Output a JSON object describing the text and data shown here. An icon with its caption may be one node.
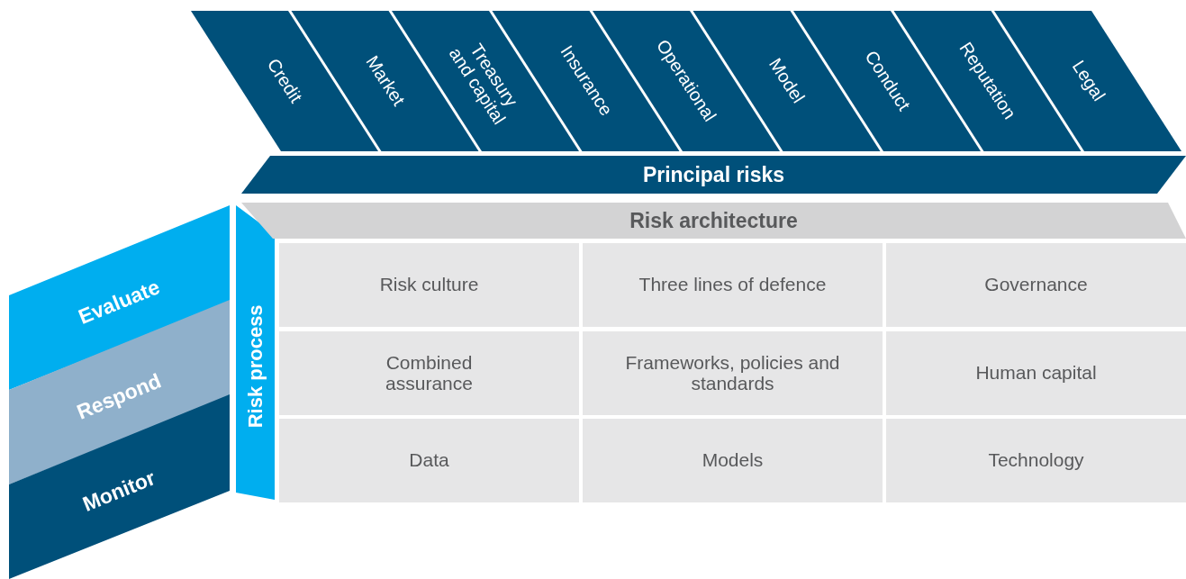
{
  "diagram": {
    "nodes": [
      {
        "text": [
          "Credit"
        ]
      },
      {
        "text": [
          "Market"
        ]
      },
      {
        "text": [
          "Treasury and capital"
        ]
      },
      {
        "text": [
          "Insurance"
        ]
      },
      {
        "text": [
          "Operational"
        ]
      },
      {
        "text": [
          "Model"
        ]
      },
      {
        "text": [
          "Conduct"
        ]
      },
      {
        "text": [
          "Reputation"
        ]
      },
      {
        "text": [
          "Legal"
        ]
      },
      {
        "text": [
          "Principal risks"
        ]
      },
      {
        "text": [
          "Evaluate"
        ]
      },
      {
        "text": [
          "Respond"
        ]
      },
      {
        "text": [
          "Monitor"
        ]
      },
      {
        "text": [
          "Risk process"
        ]
      },
      {
        "text": [
          "Risk architecture"
        ]
      },
      {
        "text": [
          "Risk culture"
        ]
      },
      {
        "text": [
          "Three lines of defence"
        ]
      },
      {
        "text": [
          "Governance"
        ]
      },
      {
        "text": [
          "Combined assurance"
        ]
      },
      {
        "text": [
          "Frameworks, policies and standards"
        ]
      },
      {
        "text": [
          "Human capital"
        ]
      },
      {
        "text": [
          "Data"
        ]
      },
      {
        "text": [
          "Models"
        ]
      },
      {
        "text": [
          "Technology"
        ]
      }
    ]
  }
}
